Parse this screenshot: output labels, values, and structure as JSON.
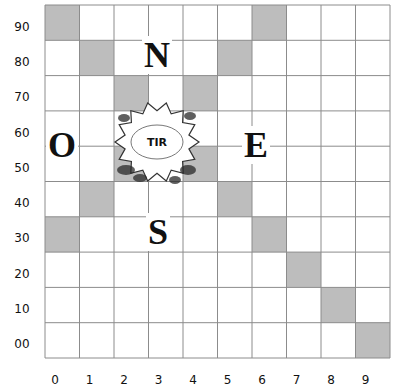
{
  "diagram": {
    "labels": [
      "90",
      "80",
      "70",
      "60",
      "50",
      "40",
      "30",
      "20",
      "10",
      "00",
      "0",
      "1",
      "2",
      "3",
      "4",
      "5",
      "6",
      "7",
      "8",
      "9",
      "N",
      "O",
      "E",
      "S",
      "TIR"
    ]
  }
}
